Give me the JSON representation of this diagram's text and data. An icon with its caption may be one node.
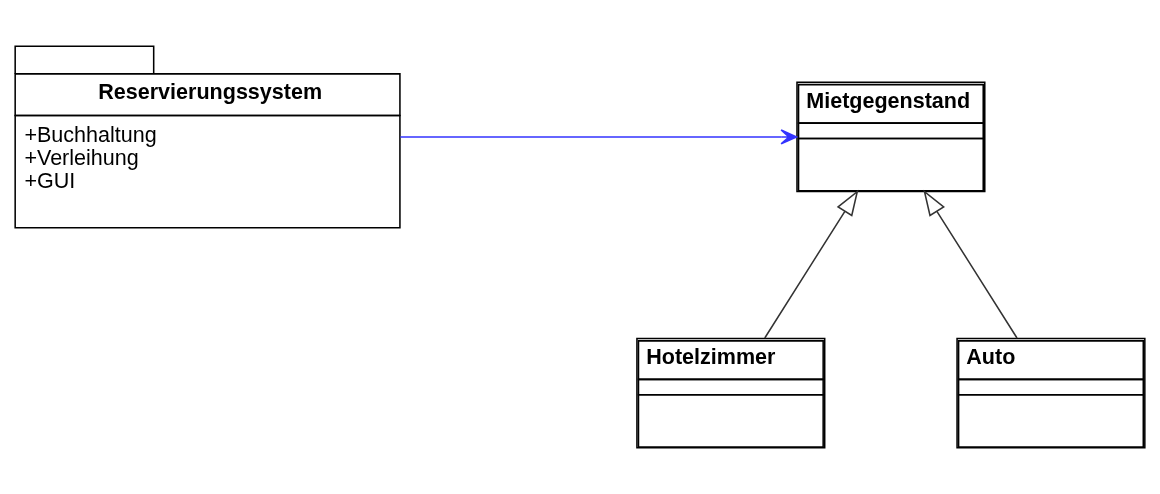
{
  "diagram": {
    "nodes": [
      {
        "text": [
          "Reservierungssystem",
          "+Buchhaltung",
          "+Verleihung",
          "+GUI"
        ]
      },
      {
        "text": [
          "Mietgegenstand"
        ]
      },
      {
        "text": [
          "Hotelzimmer"
        ]
      },
      {
        "text": [
          "Auto"
        ]
      }
    ],
    "edges": [
      {
        "from": 0,
        "to": 1,
        "arrow": "to",
        "color": "#3333ff"
      },
      {
        "from": 2,
        "to": 1,
        "arrow": "to"
      },
      {
        "from": 3,
        "to": 1,
        "arrow": "to"
      }
    ]
  }
}
